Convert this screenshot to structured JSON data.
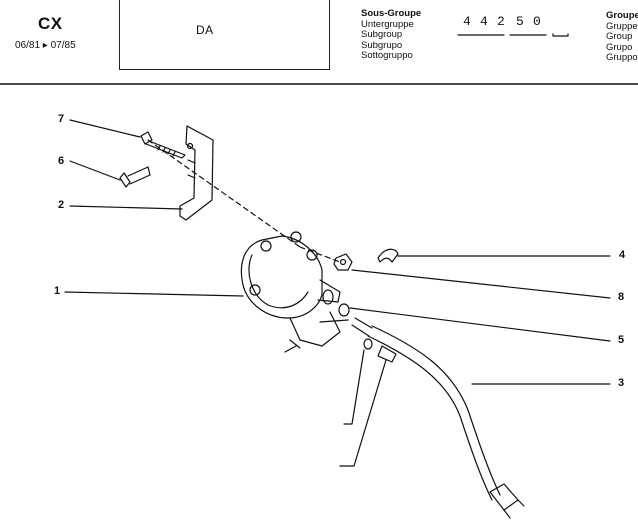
{
  "header": {
    "model": "CX",
    "dates": "06/81 ▸ 07/85",
    "title": "DA",
    "subgroup_labels": [
      "Sous-Groupe",
      "Untergruppe",
      "Subgroup",
      "Subgrupo",
      "Sottogruppo"
    ],
    "subgroup_code": [
      "4",
      "4",
      "2",
      "5",
      "0"
    ],
    "group_labels": [
      "Groupe",
      "Gruppe",
      "Group",
      "Grupo",
      "Gruppo"
    ]
  },
  "callouts": [
    "7",
    "6",
    "2",
    "1",
    "4",
    "8",
    "5",
    "3"
  ],
  "colors": {
    "ink": "#111111",
    "paper": "#ffffff"
  }
}
